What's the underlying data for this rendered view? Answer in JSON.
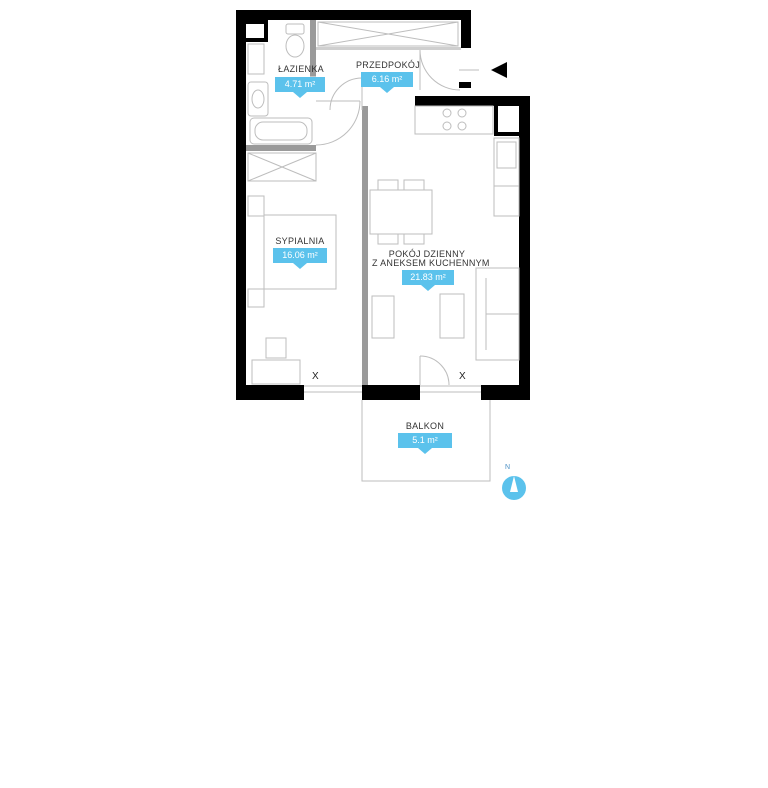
{
  "rooms": [
    {
      "id": "bathroom",
      "name": "ŁAZIENKA",
      "area": "4.71 m²"
    },
    {
      "id": "hallway",
      "name": "PRZEDPOKÓJ",
      "area": "6.16 m²"
    },
    {
      "id": "bedroom",
      "name": "SYPIALNIA",
      "area": "16.06 m²"
    },
    {
      "id": "living",
      "name": "POKÓJ DZIENNY",
      "name_line2": "Z ANEKSEM KUCHENNYM",
      "area": "21.83 m²"
    },
    {
      "id": "balcony",
      "name": "BALKON",
      "area": "5.1 m²"
    }
  ],
  "window_marks": [
    "X",
    "X"
  ],
  "compass": {
    "label": "N"
  },
  "colors": {
    "wall": "#000000",
    "accent": "#5bc2ec",
    "furniture": "#bdbdbd"
  }
}
